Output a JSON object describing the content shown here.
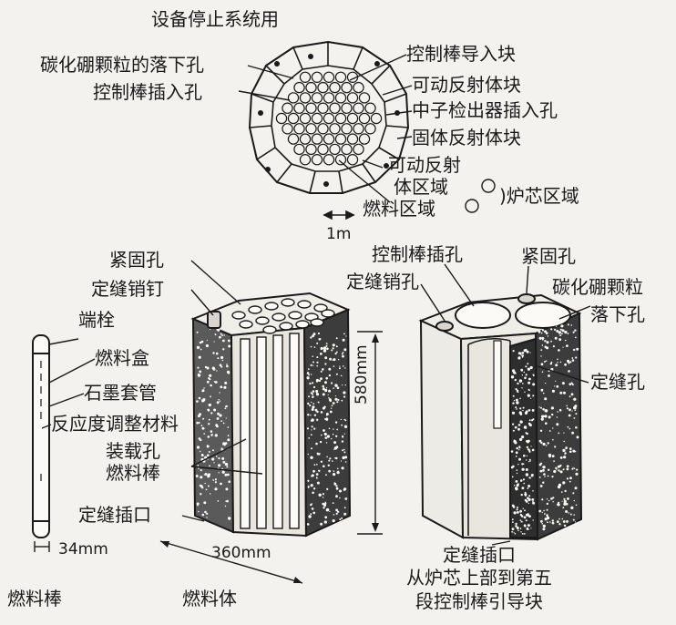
{
  "top": {
    "title": "设备停止系统用",
    "left_labels": [
      "碳化硼颗粒的落下孔",
      "控制棒插入孔"
    ],
    "right_labels": [
      "控制棒导入块",
      "可动反射体块",
      "中子检出器插入孔",
      "固体反射体块"
    ],
    "region_movable_line1": "可动反射",
    "region_movable_line2": "体区域",
    "region_fuel": "燃料区域",
    "region_core": ")炉芯区域",
    "scale": "1m"
  },
  "fuel_rod": {
    "labels": [
      "端栓",
      "燃料盒",
      "石墨套管",
      "反应度调整材料"
    ],
    "diameter": "34mm",
    "caption": "燃料棒"
  },
  "fuel_block": {
    "labels": [
      "紧固孔",
      "定缝销钉",
      "装载孔",
      "燃料棒",
      "定缝插口"
    ],
    "height": "580mm",
    "width": "360mm",
    "caption": "燃料体"
  },
  "control_block": {
    "labels": [
      "控制棒插孔",
      "紧固孔",
      "定缝销孔",
      "碳化硼颗粒",
      "落下孔",
      "定缝孔",
      "定缝插口"
    ],
    "caption_lines": [
      "从炉芯上部到第五",
      "段控制棒引导块"
    ]
  },
  "colors": {
    "ink": "#1a1a1a",
    "paper": "#f4f2ee",
    "speckle": "#2a2a2a"
  }
}
